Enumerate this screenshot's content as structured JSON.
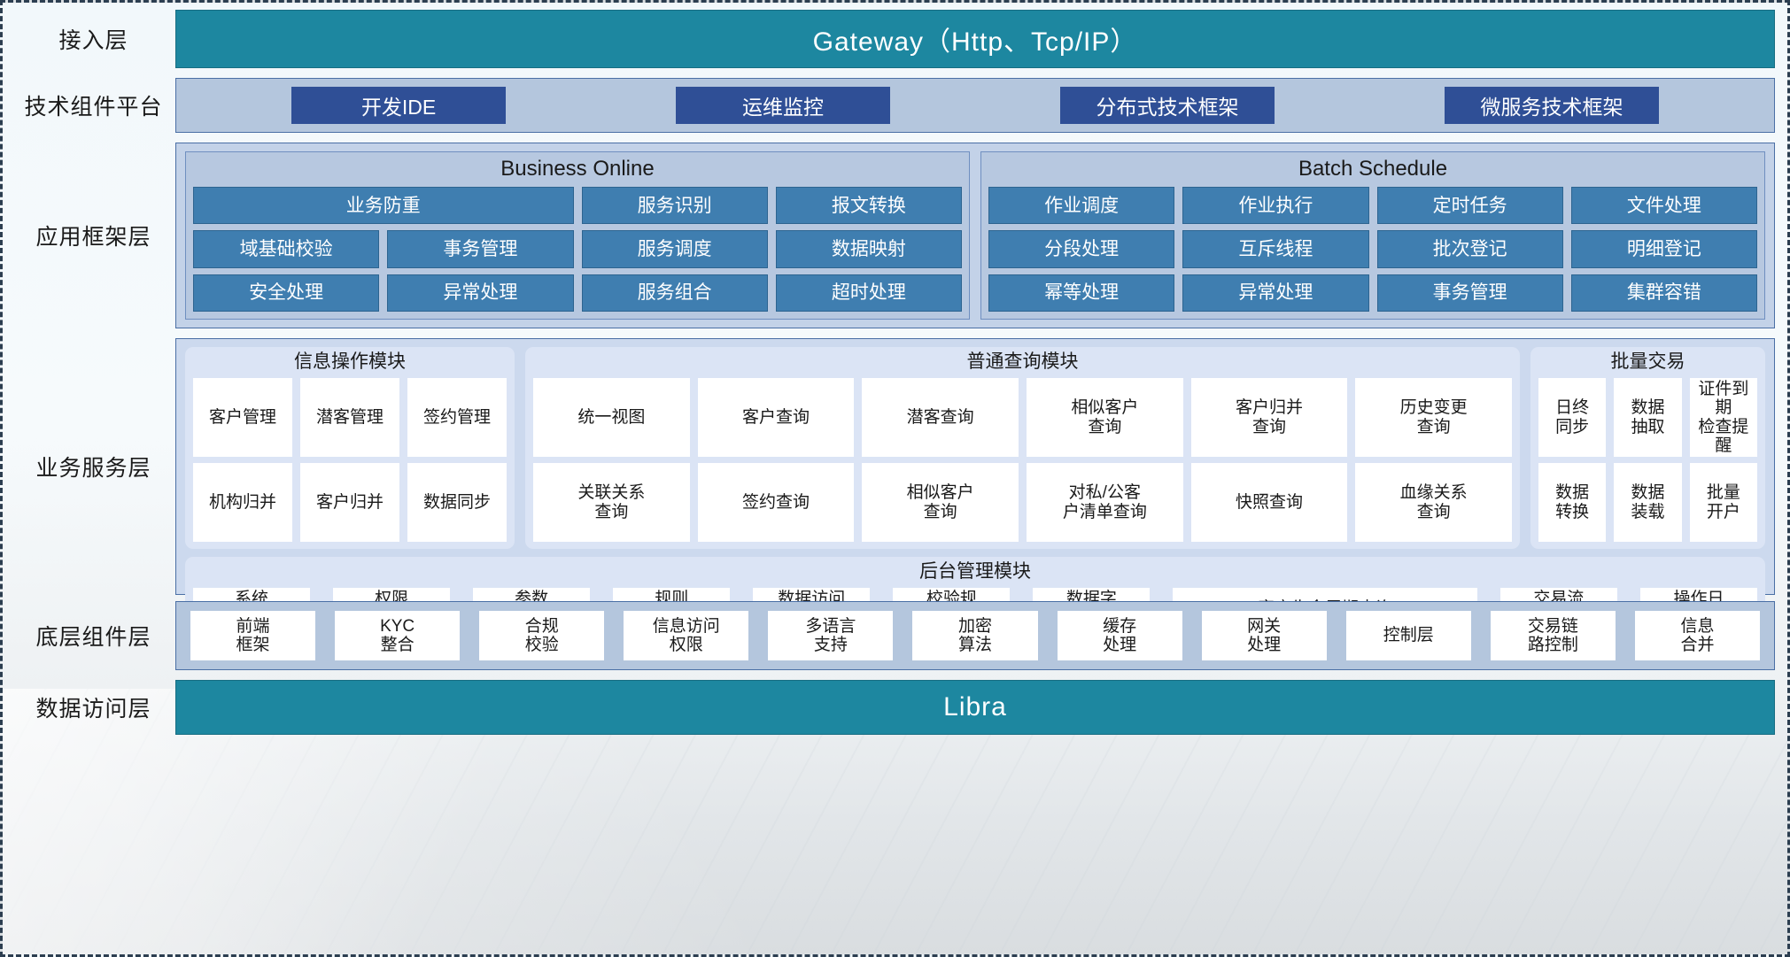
{
  "layers": {
    "access": {
      "label": "接入层",
      "bar": "Gateway（Http、Tcp/IP）"
    },
    "tech": {
      "label": "技术组件平台",
      "chips": [
        "开发IDE",
        "运维监控",
        "分布式技术框架",
        "微服务技术框架"
      ]
    },
    "app": {
      "label": "应用框架层",
      "groups": [
        {
          "title": "Business Online",
          "chips": [
            "业务防重",
            "服务识别",
            "报文转换",
            "域基础校验",
            "事务管理",
            "服务调度",
            "数据映射",
            "安全处理",
            "异常处理",
            "服务组合",
            "超时处理"
          ]
        },
        {
          "title": "Batch Schedule",
          "chips": [
            "作业调度",
            "作业执行",
            "定时任务",
            "文件处理",
            "分段处理",
            "互斥线程",
            "批次登记",
            "明细登记",
            "幂等处理",
            "异常处理",
            "事务管理",
            "集群容错"
          ]
        }
      ]
    },
    "service": {
      "label": "业务服务层",
      "cards": [
        {
          "title": "信息操作模块",
          "chips": [
            "客户管理",
            "潜客管理",
            "签约管理",
            "机构归并",
            "客户归并",
            "数据同步"
          ]
        },
        {
          "title": "普通查询模块",
          "chips": [
            "统一视图",
            "客户查询",
            "潜客查询",
            "相似客户\n查询",
            "客户归并\n查询",
            "历史变更\n查询",
            "关联关系\n查询",
            "签约查询",
            "相似客户\n查询",
            "对私/公客\n户清单查询",
            "快照查询",
            "血缘关系\n查询"
          ]
        },
        {
          "title": "批量交易",
          "chips": [
            "日终\n同步",
            "数据\n抽取",
            "证件到期\n检查提醒",
            "数据\n转换",
            "数据\n装载",
            "批量\n开户"
          ]
        }
      ],
      "admin": {
        "title": "后台管理模块",
        "chips": [
          "系统\n管理",
          "权限\n管理",
          "参数\n管理",
          "规则\n配置",
          "数据访问\n控制",
          "校验规\n则管理",
          "数据字\n典管理",
          "客户生命周期查询",
          "交易流\n水查询",
          "操作日\n志查询"
        ]
      }
    },
    "component": {
      "label": "底层组件层",
      "chips": [
        "前端\n框架",
        "KYC\n整合",
        "合规\n校验",
        "信息访问\n权限",
        "多语言\n支持",
        "加密\n算法",
        "缓存\n处理",
        "网关\n处理",
        "控制层",
        "交易链\n路控制",
        "信息\n合并"
      ]
    },
    "data": {
      "label": "数据访问层",
      "bar": "Libra"
    }
  },
  "colors": {
    "teal": "#1d87a0",
    "dark_blue_chip": "#2f4f96",
    "mid_blue_chip": "#3f7eb0",
    "panel_light": "#b4c6dd",
    "panel_app": "#c3d2e8",
    "panel_service": "#ccd9ee",
    "card": "#dbe4f5",
    "white_chip": "#ffffff",
    "border": "#4a6fa5",
    "page_border": "#2c3e50"
  }
}
